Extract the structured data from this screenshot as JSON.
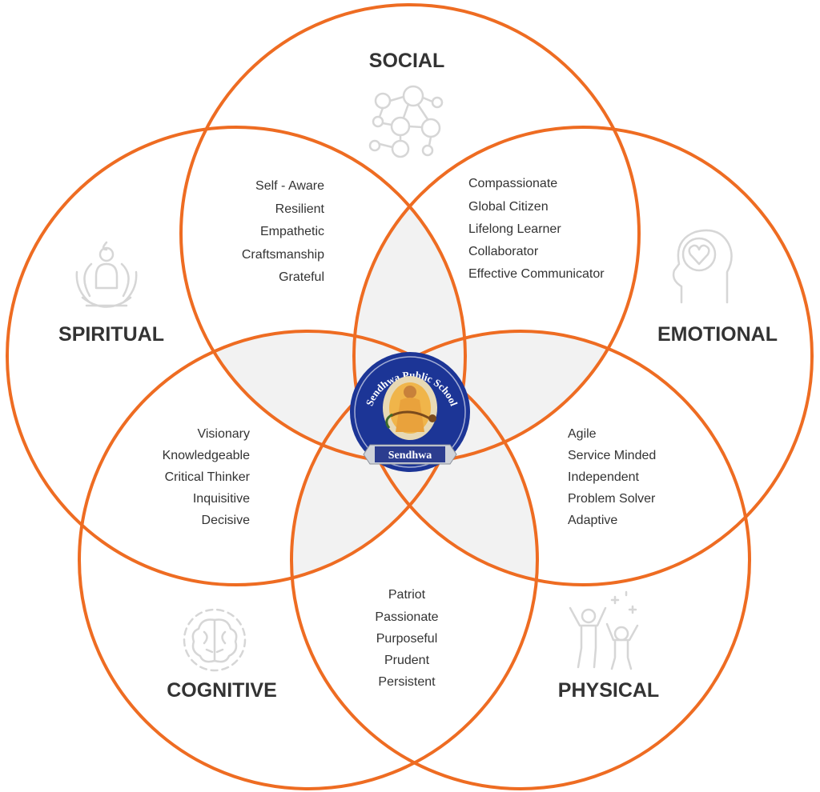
{
  "colors": {
    "ring": "#ee6c22",
    "ring_dark": "#d65612",
    "overlap_fill": "#f2f2f2",
    "text": "#333333",
    "icon": "#d6d6d6",
    "logo_blue": "#1c3596"
  },
  "dimensions": {
    "social": {
      "label": "SOCIAL",
      "icon": "network-people-icon"
    },
    "spiritual": {
      "label": "SPIRITUAL",
      "icon": "lotus-meditation-icon"
    },
    "emotional": {
      "label": "EMOTIONAL",
      "icon": "head-heart-icon"
    },
    "cognitive": {
      "label": "COGNITIVE",
      "icon": "brain-gear-icon"
    },
    "physical": {
      "label": "PHYSICAL",
      "icon": "jumping-people-icon"
    }
  },
  "traits": {
    "social_spiritual": [
      "Self - Aware",
      "Resilient",
      "Empathetic",
      "Craftsmanship",
      "Grateful"
    ],
    "social_emotional": [
      "Compassionate",
      "Global Citizen",
      "Lifelong Learner",
      "Collaborator",
      "Effective Communicator"
    ],
    "spiritual_cognitive": [
      "Visionary",
      "Knowledgeable",
      "Critical Thinker",
      "Inquisitive",
      "Decisive"
    ],
    "emotional_physical": [
      "Agile",
      "Service Minded",
      "Independent",
      "Problem Solver",
      "Adaptive"
    ],
    "cognitive_physical": [
      "Patriot",
      "Passionate",
      "Purposeful",
      "Prudent",
      "Persistent"
    ]
  },
  "logo": {
    "arc_text": "Sendhwa Public School",
    "banner_text": "Sendhwa",
    "icon": "saraswati-emblem-icon"
  }
}
